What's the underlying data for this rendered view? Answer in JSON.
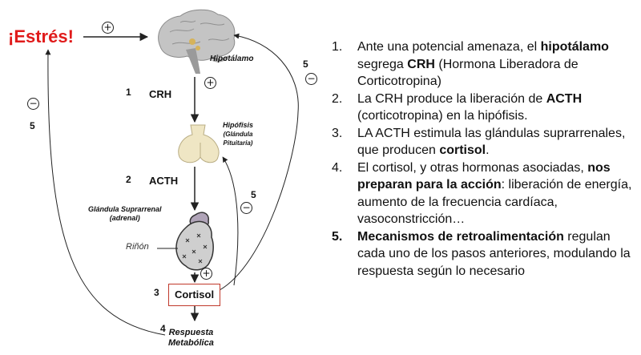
{
  "diagram": {
    "stress_label": "¡Estrés!",
    "plus": "+",
    "minus": "−",
    "hypothalamus_label": "Hipotálamo",
    "pituitary_label_line1": "Hipófisis",
    "pituitary_label_line2": "(Glándula",
    "pituitary_label_line3": "Pituitaria)",
    "adrenal_label_line1": "Glándula Suprarrenal",
    "adrenal_label_line2": "(adrenal)",
    "kidney_label": "Riñón",
    "step1_num": "1",
    "step1_hormone": "CRH",
    "step2_num": "2",
    "step2_hormone": "ACTH",
    "step3_num": "3",
    "step3_hormone": "Cortisol",
    "step4_num": "4",
    "response_line1": "Respuesta",
    "response_line2": "Metabólica",
    "feedback_num": "5",
    "colors": {
      "stress": "#e01b1b",
      "cortisol_border": "#c0392b",
      "pituitary": "#efe6c4",
      "brain": "#bdbdbd",
      "kidney": "#cfcfcf"
    }
  },
  "steps": [
    {
      "num": "1.",
      "segments": [
        {
          "text": "Ante una potencial amenaza, el ",
          "bold": false
        },
        {
          "text": "hipotálamo",
          "bold": true
        },
        {
          "text": " segrega ",
          "bold": false
        },
        {
          "text": "CRH",
          "bold": true
        },
        {
          "text": " (Hormona Liberadora de Corticotropina)",
          "bold": false
        }
      ]
    },
    {
      "num": "2.",
      "segments": [
        {
          "text": "La CRH produce la liberación de ",
          "bold": false
        },
        {
          "text": "ACTH",
          "bold": true
        },
        {
          "text": " (corticotropina) en la hipófisis.",
          "bold": false
        }
      ]
    },
    {
      "num": "3.",
      "segments": [
        {
          "text": "LA ACTH estimula las glándulas suprarrenales, que producen ",
          "bold": false
        },
        {
          "text": "cortisol",
          "bold": true
        },
        {
          "text": ".",
          "bold": false
        }
      ]
    },
    {
      "num": "4.",
      "segments": [
        {
          "text": "El cortisol, y otras hormonas asociadas, ",
          "bold": false
        },
        {
          "text": "nos preparan para la acción",
          "bold": true
        },
        {
          "text": ": liberación de energía, aumento de la frecuencia cardíaca, vasoconstricción…",
          "bold": false
        }
      ]
    },
    {
      "num": "5.",
      "num_bold": true,
      "segments": [
        {
          "text": "Mecanismos de retroalimentación",
          "bold": true
        },
        {
          "text": " regulan cada uno de los pasos anteriores, modulando la respuesta según lo necesario",
          "bold": false
        }
      ]
    }
  ]
}
